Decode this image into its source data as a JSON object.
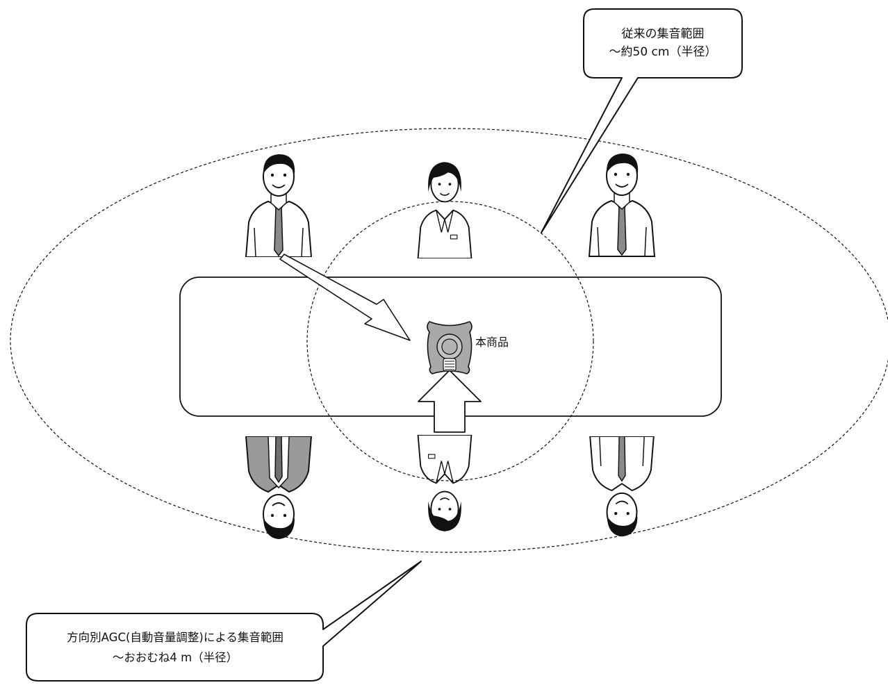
{
  "callout_top": {
    "line1": "従来の集音範囲",
    "line2": "〜約50 cm（半径）"
  },
  "callout_bottom": {
    "line1": "方向別AGC(自動音量調整)による集音範囲",
    "line2": "〜おおむね4 m（半径）"
  },
  "product_label": "本商品",
  "colors": {
    "line": "#111111",
    "tie": "#8a8a8a",
    "suit": "#9a9a9a",
    "device": "#a9a9a9"
  }
}
